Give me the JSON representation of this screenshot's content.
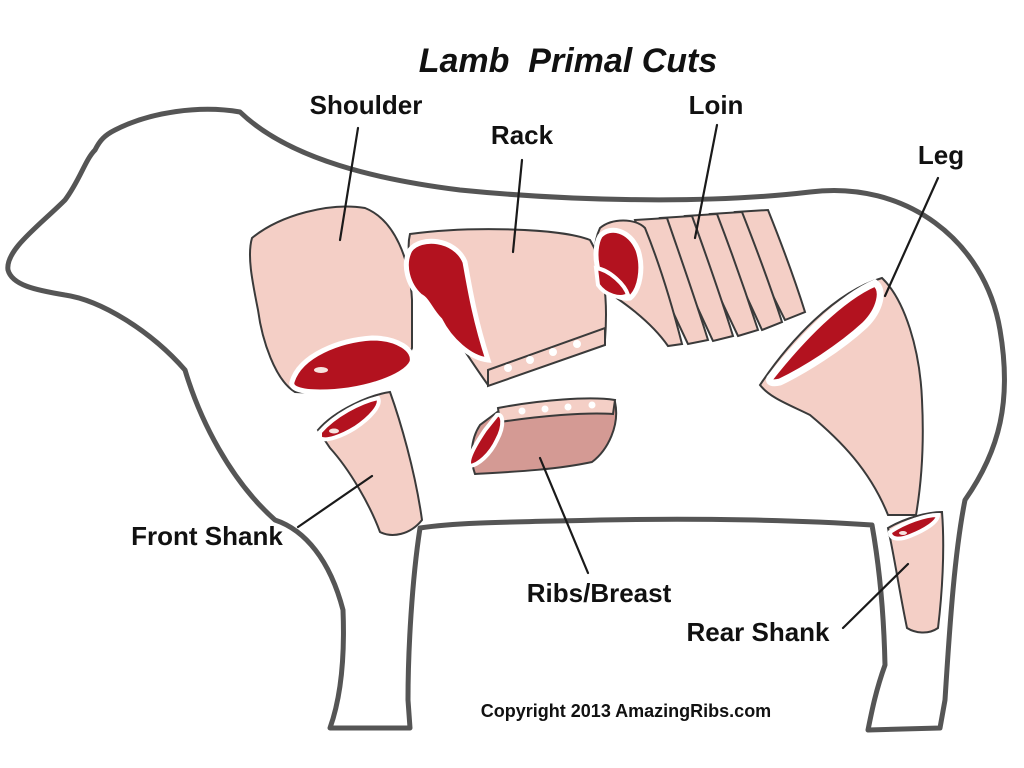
{
  "title": "Lamb  Primal Cuts",
  "copyright": "Copyright 2013 AmazingRibs.com",
  "cuts": {
    "shoulder": "Shoulder",
    "rack": "Rack",
    "loin": "Loin",
    "leg": "Leg",
    "front_shank": "Front Shank",
    "ribs_breast": "Ribs/Breast",
    "rear_shank": "Rear Shank"
  },
  "colors": {
    "outline": "#555555",
    "fat": "#f4cfc6",
    "meat": "#b3121f",
    "ribs_surface": "#d49a94",
    "bone": "#f6e3df"
  }
}
